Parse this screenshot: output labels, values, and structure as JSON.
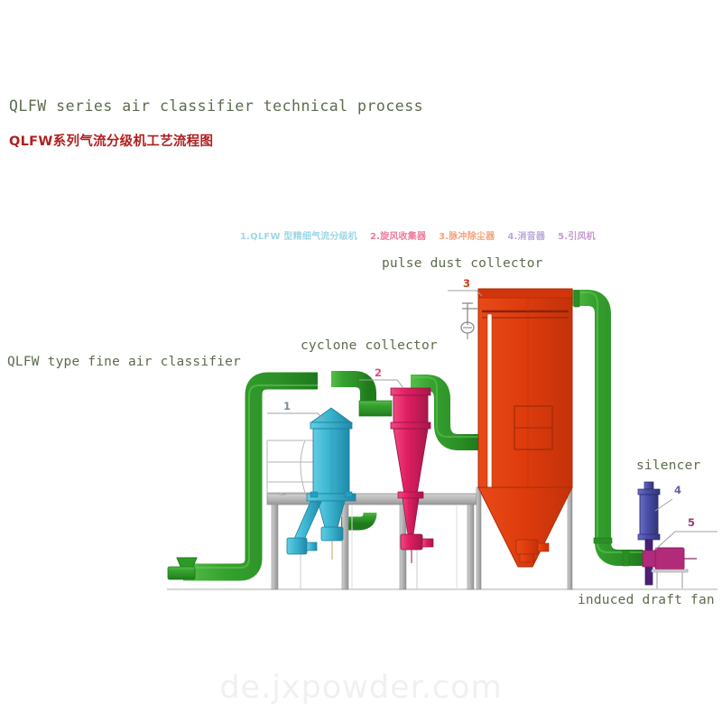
{
  "headings": {
    "title_en": "QLFW series air classifier technical process",
    "title_cn": "QLFW系列气流分级机工艺流程图"
  },
  "legend": {
    "items": [
      {
        "label": "1.QLFW 型精细气流分级机",
        "color": "#9ed7e8"
      },
      {
        "label": "2.旋风收集器",
        "color": "#f07b9b"
      },
      {
        "label": "3.脉冲除尘器",
        "color": "#f5a278"
      },
      {
        "label": "4.消音器",
        "color": "#b9aad8"
      },
      {
        "label": "5.引风机",
        "color": "#c79ad0"
      }
    ]
  },
  "diagram": {
    "labels": {
      "classifier": "QLFW type fine air classifier",
      "cyclone": "cyclone collector",
      "pulse_collector": "pulse dust collector",
      "silencer": "silencer",
      "induced_draft_fan": "induced draft fan"
    },
    "callouts": {
      "one": "1",
      "two": "2",
      "three": "3",
      "four": "4",
      "five": "5"
    },
    "colors": {
      "pipe_green": "#35a12e",
      "pipe_green_dark": "#1f7a1c",
      "classifier_cyan": "#3fb8d4",
      "classifier_cyan_dark": "#1e8aa8",
      "cyclone_pink": "#e01f62",
      "cyclone_pink_dark": "#a8164a",
      "collector_red": "#df3c0d",
      "collector_red_dark": "#a82c08",
      "silencer_blue": "#4b4fa8",
      "silencer_blue_dark": "#32357a",
      "fan_magenta": "#b22a7a",
      "frame_gray": "#b8b8b8",
      "frame_gray_dark": "#8f8f8f",
      "leader_gray": "#9a9a9a",
      "ground_gray": "#c8c8c8"
    }
  },
  "watermark": {
    "text": "de.jxpowder.com"
  }
}
